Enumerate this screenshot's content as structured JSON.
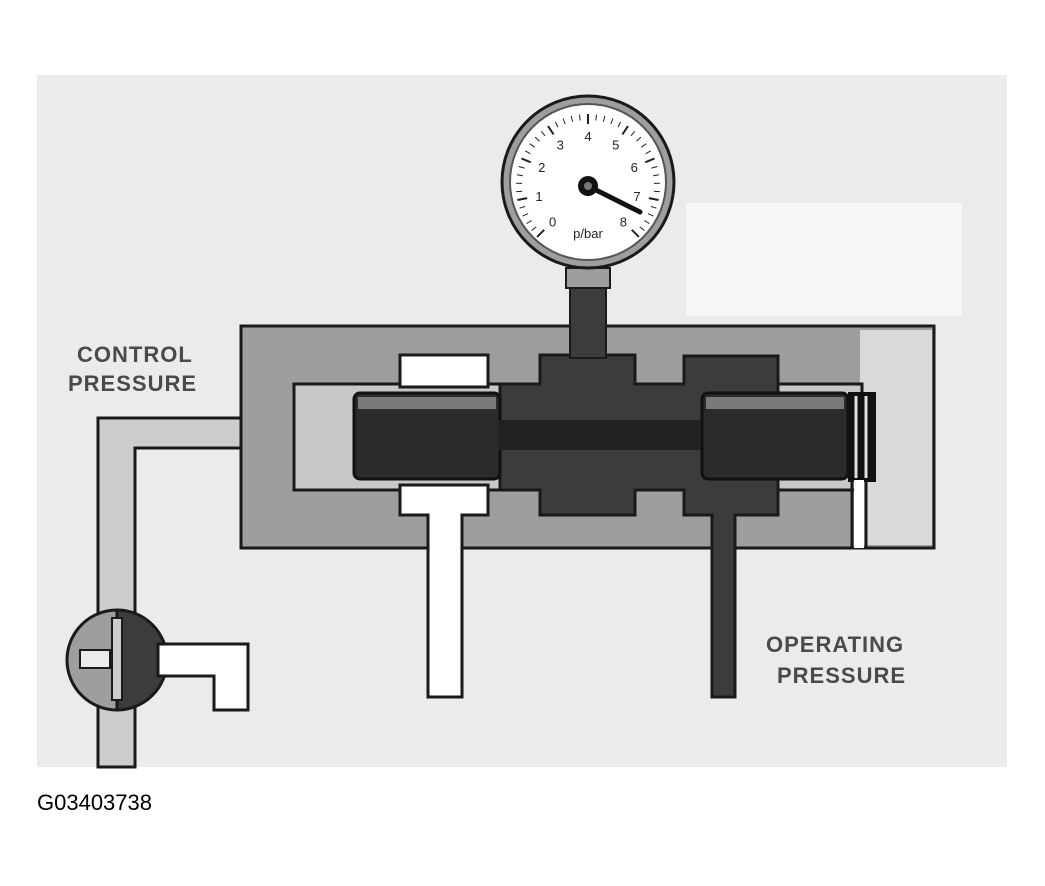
{
  "figure_id": "G03403738",
  "labels": {
    "control_pressure_line1": "CONTROL",
    "control_pressure_line2": "PRESSURE",
    "operating_pressure_line1": "OPERATING",
    "operating_pressure_line2": "PRESSURE"
  },
  "gauge": {
    "unit": "p/bar",
    "scale": [
      "0",
      "1",
      "2",
      "3",
      "4",
      "5",
      "6",
      "7",
      "8"
    ]
  },
  "colors": {
    "background": "#ebebeb",
    "housing": "#9e9e9e",
    "housing_outline": "#1a1a1a",
    "chamber_light": "#cfcfcf",
    "piston_dark": "#2b2b2b",
    "fluid_dark": "#3c3c3c",
    "line_light": "#cdcdcd"
  }
}
